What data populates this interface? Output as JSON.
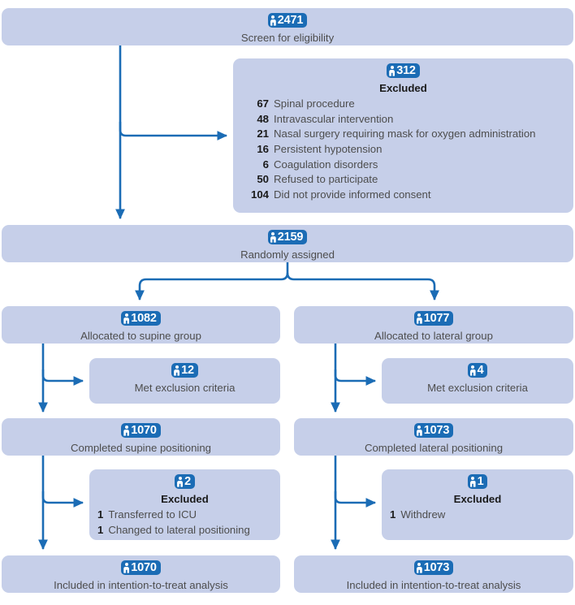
{
  "diagram": {
    "title": "CONSORT participant flow diagram",
    "colors": {
      "box_fill": "#c6cfe9",
      "badge_bg": "#1b6cb5",
      "connector": "#1b6cb5",
      "text": "#4d4d4d",
      "bold_text": "#1a1a1a",
      "page_bg": "#ffffff"
    },
    "badge_icon": "person-icon"
  },
  "nodes": {
    "screen": {
      "count": "2471",
      "label": "Screen for eligibility"
    },
    "excluded_top": {
      "count": "312",
      "heading": "Excluded",
      "reasons": [
        {
          "n": "67",
          "text": "Spinal procedure"
        },
        {
          "n": "48",
          "text": "Intravascular intervention"
        },
        {
          "n": "21",
          "text": "Nasal surgery requiring mask for oxygen administration"
        },
        {
          "n": "16",
          "text": "Persistent hypotension"
        },
        {
          "n": "6",
          "text": "Coagulation disorders"
        },
        {
          "n": "50",
          "text": "Refused to participate"
        },
        {
          "n": "104",
          "text": "Did not provide informed consent"
        }
      ]
    },
    "randomised": {
      "count": "2159",
      "label": "Randomly assigned"
    },
    "allocated_supine": {
      "count": "1082",
      "label": "Allocated to supine group"
    },
    "allocated_lateral": {
      "count": "1077",
      "label": "Allocated to lateral group"
    },
    "met_exclusion_supine": {
      "count": "12",
      "label": "Met exclusion criteria"
    },
    "met_exclusion_lateral": {
      "count": "4",
      "label": "Met exclusion criteria"
    },
    "completed_supine": {
      "count": "1070",
      "label": "Completed supine positioning"
    },
    "completed_lateral": {
      "count": "1073",
      "label": "Completed lateral positioning"
    },
    "excluded_supine": {
      "count": "2",
      "heading": "Excluded",
      "reasons": [
        {
          "n": "1",
          "text": "Transferred to ICU"
        },
        {
          "n": "1",
          "text": "Changed to lateral positioning"
        }
      ]
    },
    "excluded_lateral": {
      "count": "1",
      "heading": "Excluded",
      "reasons": [
        {
          "n": "1",
          "text": "Withdrew"
        }
      ]
    },
    "itt_supine": {
      "count": "1070",
      "label": "Included in intention-to-treat analysis"
    },
    "itt_lateral": {
      "count": "1073",
      "label": "Included in intention-to-treat analysis"
    }
  },
  "chart_data": {
    "type": "diagram",
    "title": "CONSORT flow diagram",
    "flow": [
      {
        "id": "screen",
        "n": 2471,
        "label": "Screen for eligibility"
      },
      {
        "id": "excluded_top",
        "n": 312,
        "label": "Excluded"
      },
      {
        "id": "randomised",
        "n": 2159,
        "label": "Randomly assigned"
      },
      {
        "id": "allocated_supine",
        "n": 1082,
        "label": "Allocated to supine group"
      },
      {
        "id": "allocated_lateral",
        "n": 1077,
        "label": "Allocated to lateral group"
      },
      {
        "id": "met_exclusion_supine",
        "n": 12,
        "label": "Met exclusion criteria"
      },
      {
        "id": "met_exclusion_lateral",
        "n": 4,
        "label": "Met exclusion criteria"
      },
      {
        "id": "completed_supine",
        "n": 1070,
        "label": "Completed supine positioning"
      },
      {
        "id": "completed_lateral",
        "n": 1073,
        "label": "Completed lateral positioning"
      },
      {
        "id": "excluded_supine",
        "n": 2,
        "label": "Excluded"
      },
      {
        "id": "excluded_lateral",
        "n": 1,
        "label": "Excluded"
      },
      {
        "id": "itt_supine",
        "n": 1070,
        "label": "Included in intention-to-treat analysis"
      },
      {
        "id": "itt_lateral",
        "n": 1073,
        "label": "Included in intention-to-treat analysis"
      }
    ]
  }
}
